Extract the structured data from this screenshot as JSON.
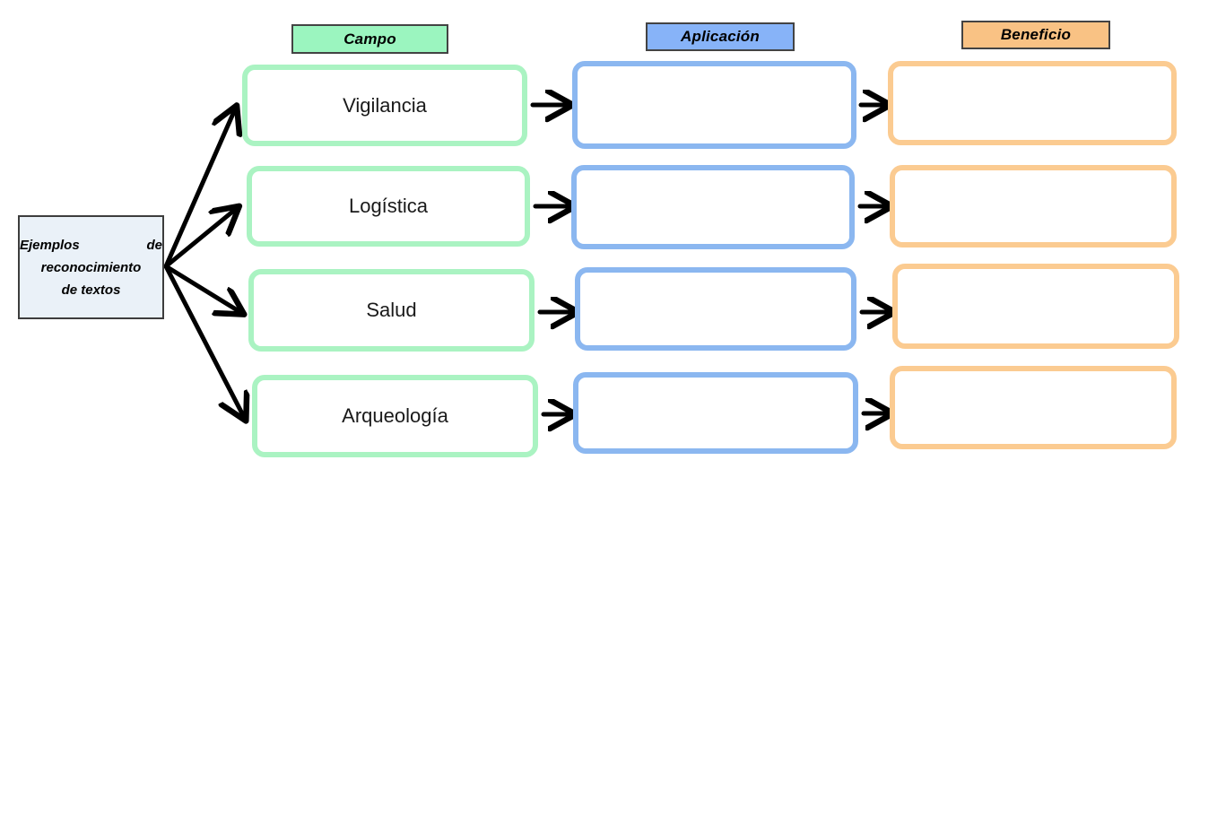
{
  "diagram": {
    "title_node": {
      "lines": [
        "Ejemplos de",
        "reconocimiento",
        "de textos"
      ],
      "fill": "#eaf1f8",
      "border": "#3d3d3d"
    },
    "columns": [
      {
        "id": "campo",
        "header": "Campo",
        "fill": "#9bf5bf",
        "accent": "#aaf3c2"
      },
      {
        "id": "aplicacion",
        "header": "Aplicación",
        "fill": "#87b3f8",
        "accent": "#8bb7f0"
      },
      {
        "id": "beneficio",
        "header": "Beneficio",
        "fill": "#f9c284",
        "accent": "#fbcb91"
      }
    ],
    "rows": [
      {
        "campo": "Vigilancia",
        "aplicacion": "",
        "beneficio": ""
      },
      {
        "campo": "Logística",
        "aplicacion": "",
        "beneficio": ""
      },
      {
        "campo": "Salud",
        "aplicacion": "",
        "beneficio": ""
      },
      {
        "campo": "Arqueología",
        "aplicacion": "",
        "beneficio": ""
      }
    ],
    "connector_color": "#000000"
  }
}
